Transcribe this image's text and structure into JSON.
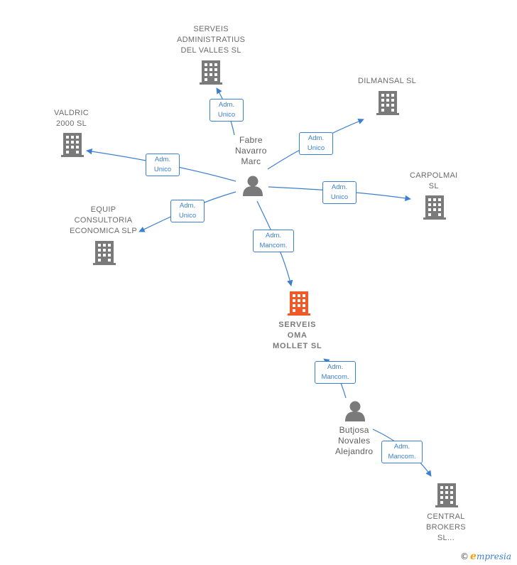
{
  "colors": {
    "company": "#7a7a7a",
    "main_company": "#f05a28",
    "person": "#7a7a7a",
    "edge": "#3b7fd0"
  },
  "nodes": {
    "serveis_admin": {
      "label_lines": [
        "SERVEIS",
        "ADMINISTRATIUS",
        "DEL VALLES SL"
      ],
      "icon": "building-icon"
    },
    "dilmansal": {
      "label_lines": [
        "DILMANSAL SL"
      ],
      "icon": "building-icon"
    },
    "valdric": {
      "label_lines": [
        "VALDRIC",
        "2000 SL"
      ],
      "icon": "building-icon"
    },
    "carpolmai": {
      "label_lines": [
        "CARPOLMAI",
        "SL"
      ],
      "icon": "building-icon"
    },
    "equip": {
      "label_lines": [
        "EQUIP",
        "CONSULTORIA",
        "ECONOMICA SLP"
      ],
      "icon": "building-icon"
    },
    "fabre": {
      "label_lines": [
        "Fabre",
        "Navarro",
        "Marc"
      ],
      "icon": "person-icon"
    },
    "serveis_oma": {
      "label_lines": [
        "SERVEIS",
        "OMA",
        "MOLLET SL"
      ],
      "icon": "building-icon"
    },
    "butjosa": {
      "label_lines": [
        "Butjosa",
        "Novales",
        "Alejandro"
      ],
      "icon": "person-icon"
    },
    "central": {
      "label_lines": [
        "CENTRAL",
        "BROKERS",
        "SL..."
      ],
      "icon": "building-icon"
    }
  },
  "edges": [
    {
      "from": "fabre",
      "to": "serveis_admin",
      "label_lines": [
        "Adm.",
        "Unico"
      ]
    },
    {
      "from": "fabre",
      "to": "dilmansal",
      "label_lines": [
        "Adm.",
        "Unico"
      ]
    },
    {
      "from": "fabre",
      "to": "valdric",
      "label_lines": [
        "Adm.",
        "Unico"
      ]
    },
    {
      "from": "fabre",
      "to": "carpolmai",
      "label_lines": [
        "Adm.",
        "Unico"
      ]
    },
    {
      "from": "fabre",
      "to": "equip",
      "label_lines": [
        "Adm.",
        "Unico"
      ]
    },
    {
      "from": "fabre",
      "to": "serveis_oma",
      "label_lines": [
        "Adm.",
        "Mancom."
      ]
    },
    {
      "from": "butjosa",
      "to": "serveis_oma",
      "label_lines": [
        "Adm.",
        "Mancom."
      ]
    },
    {
      "from": "butjosa",
      "to": "central",
      "label_lines": [
        "Adm.",
        "Mancom."
      ]
    }
  ],
  "footer": {
    "copyright_symbol": "©",
    "brand_initial": "e",
    "brand_rest": "mpresia"
  }
}
